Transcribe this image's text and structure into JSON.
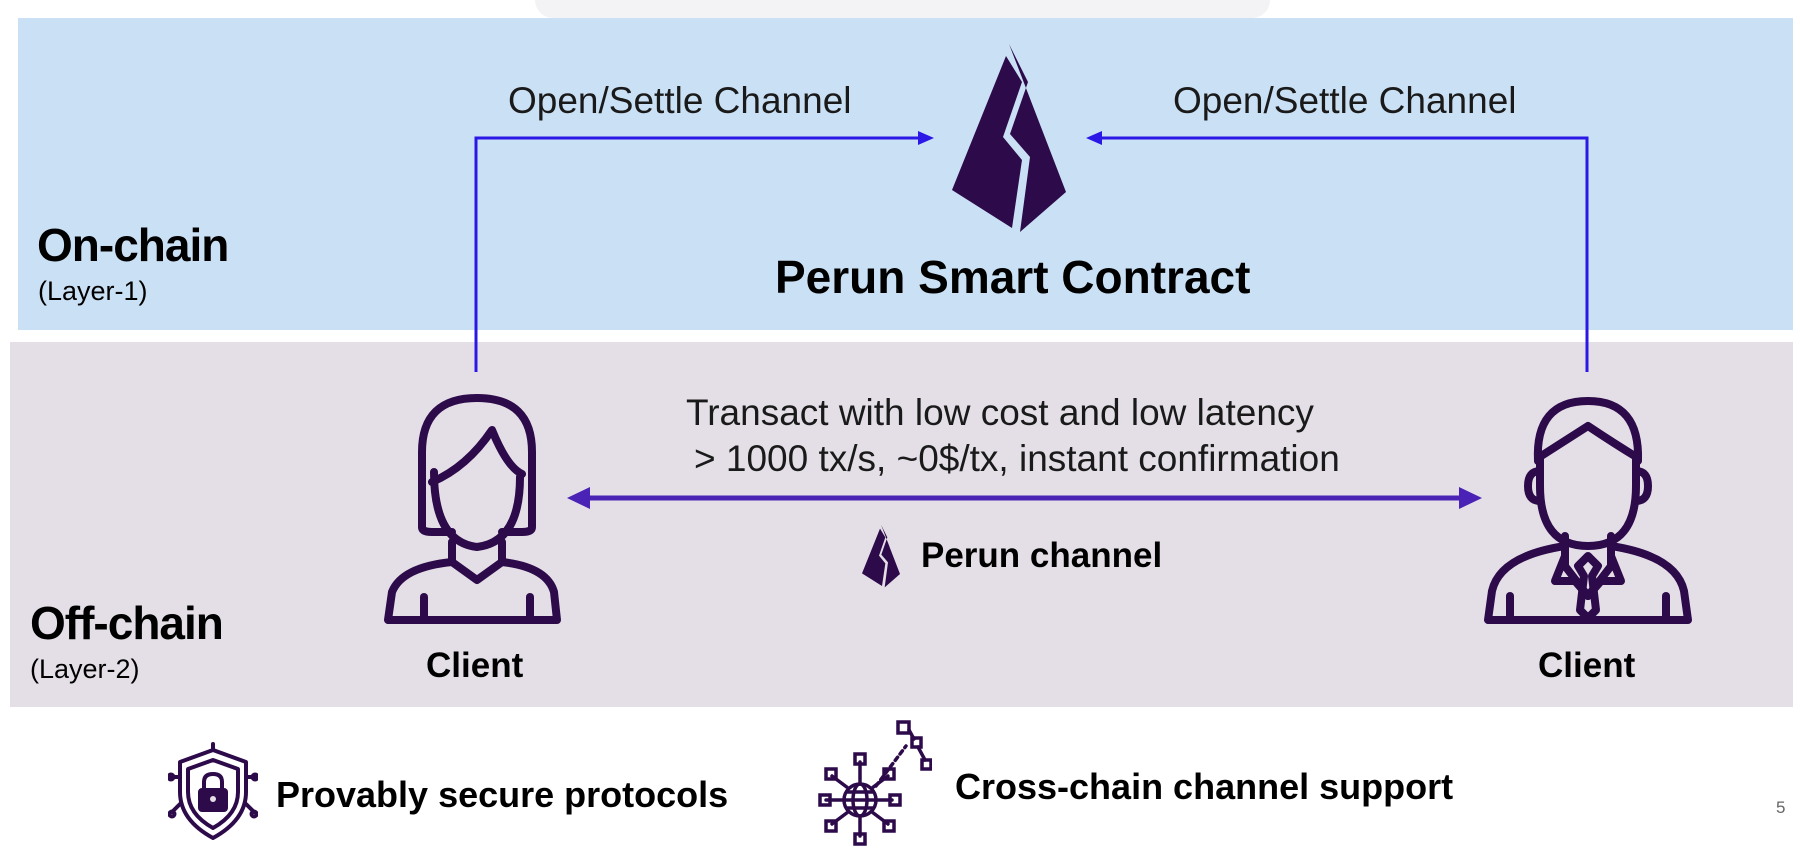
{
  "onchain": {
    "title": "On-chain",
    "subtitle": "(Layer-1)"
  },
  "offchain": {
    "title": "Off-chain",
    "subtitle": "(Layer-2)"
  },
  "contract": {
    "label": "Perun Smart Contract",
    "icon": "perun-logo-icon"
  },
  "arrows": {
    "left_label": "Open/Settle Channel",
    "right_label": "Open/Settle Channel"
  },
  "channel": {
    "line1": "Transact with low cost and low latency",
    "line2": "> 1000 tx/s, ~0$/tx, instant confirmation",
    "label": "Perun channel"
  },
  "clients": {
    "left_label": "Client",
    "right_label": "Client"
  },
  "features": [
    {
      "label": "Provably secure protocols",
      "icon": "secure-shield-icon"
    },
    {
      "label": "Cross-chain channel support",
      "icon": "network-globe-icon"
    }
  ],
  "page_number": "5",
  "colors": {
    "onchain_bg": "#cae1f5",
    "offchain_bg": "#e4dfe7",
    "arrow_blue": "#2b18e6",
    "channel_purple": "#4a22b5",
    "icon_purple": "#2d0a4a"
  }
}
